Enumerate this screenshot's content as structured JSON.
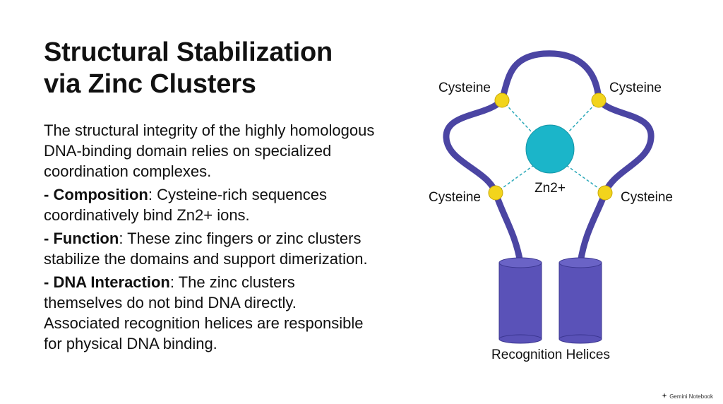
{
  "slide": {
    "title_line1": "Structural Stabilization",
    "title_line2": "via Zinc Clusters",
    "intro": "The structural integrity of the highly homologous DNA-binding domain relies on specialized coordination complexes.",
    "points": [
      {
        "label": "- Composition",
        "text": ": Cysteine-rich sequences coordinatively bind Zn2+ ions."
      },
      {
        "label": "- Function",
        "text": ": These zinc fingers or zinc clusters stabilize the domains and support dimerization."
      },
      {
        "label": "- DNA Interaction",
        "text": ": The zinc clusters themselves do not bind DNA directly. Associated recognition helices are responsible for physical DNA binding."
      }
    ]
  },
  "diagram": {
    "cysteine_top_left": "Cysteine",
    "cysteine_top_right": "Cysteine",
    "cysteine_bottom_left": "Cysteine",
    "cysteine_bottom_right": "Cysteine",
    "zinc_label": "Zn2+",
    "helices_label": "Recognition Helices",
    "colors": {
      "chain": "#4b45a3",
      "helix": "#5a52b8",
      "cysteine": "#f2d41c",
      "zinc": "#1bb5c9",
      "bond": "#2ba9b9"
    }
  },
  "footer": {
    "brand": "Gemini Notebook",
    "icon": "sparkle-icon"
  }
}
